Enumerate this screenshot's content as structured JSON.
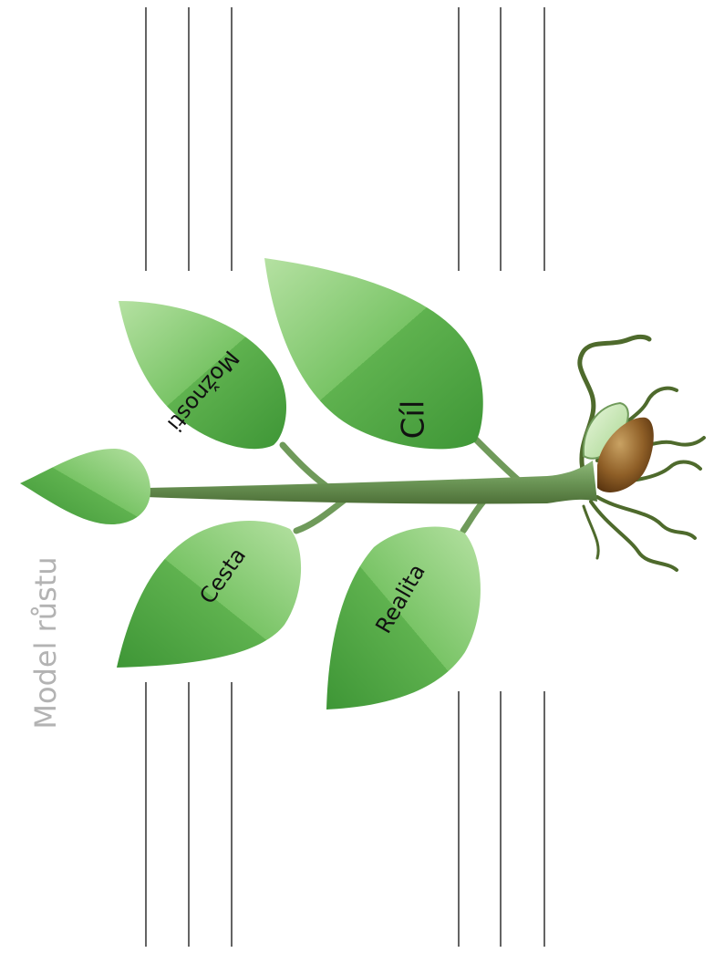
{
  "title": "Model růstu",
  "leaves": {
    "goal": "Cíl",
    "options": "Možnosti",
    "way": "Cesta",
    "reality": "Realita"
  },
  "colors": {
    "leaf_light": "#a6d995",
    "leaf_mid": "#6fbf5e",
    "leaf_dark": "#3f9a39",
    "stem": "#6f9a5a",
    "stem_dark": "#4c7038",
    "root": "#4e6a2c",
    "seed_light": "#b58a48",
    "seed_dark": "#6b4318",
    "sprout_light": "#d9f0c8",
    "title_gray": "#b3b3b3",
    "line_color": "#222222"
  }
}
